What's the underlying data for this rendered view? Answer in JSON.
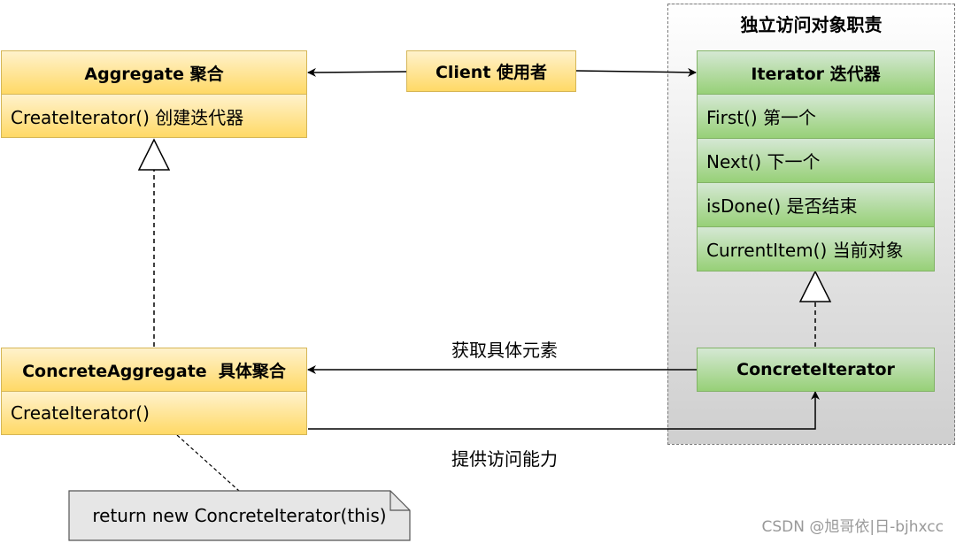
{
  "group": {
    "title": "独立访问对象职责"
  },
  "aggregate": {
    "title": "Aggregate 聚合",
    "methods": [
      "CreateIterator()  创建迭代器"
    ]
  },
  "client": {
    "title": "Client 使用者"
  },
  "iterator": {
    "title": "Iterator 迭代器",
    "methods": [
      "First() 第一个",
      "Next() 下一个",
      "isDone() 是否结束",
      "CurrentItem() 当前对象"
    ]
  },
  "concrete_aggregate": {
    "title": "ConcreteAggregate  具体聚合",
    "methods": [
      "CreateIterator()"
    ]
  },
  "concrete_iterator": {
    "title": "ConcreteIterator"
  },
  "labels": {
    "get_elements": "获取具体元素",
    "provide_access": "提供访问能力"
  },
  "note": {
    "text": "return new ConcreteIterator(this)"
  },
  "watermark": "CSDN @旭哥依|日-bjhxcc",
  "colors": {
    "yellow_fill_top": "#fff2cc",
    "yellow_fill_bottom": "#ffd966",
    "yellow_stroke": "#d6b656",
    "green_fill_top": "#d5e8d4",
    "green_fill_bottom": "#97d077",
    "green_stroke": "#82b366"
  }
}
